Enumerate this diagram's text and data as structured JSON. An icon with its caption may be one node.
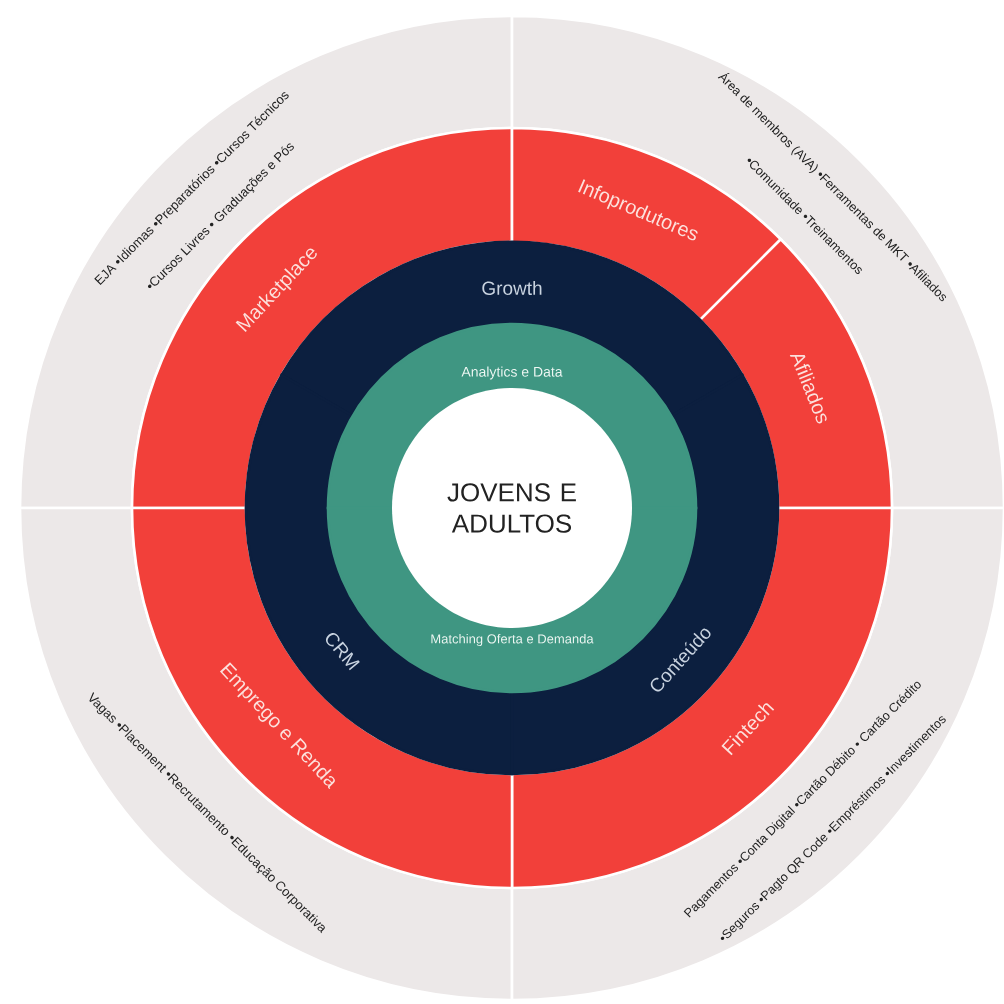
{
  "diagram": {
    "nodes": [
      {
        "text": [
          "JOVENS E ADULTOS"
        ]
      },
      {
        "text": [
          "Analytics e Data"
        ]
      },
      {
        "text": [
          "Matching Oferta e Demanda"
        ]
      },
      {
        "text": [
          "Growth"
        ]
      },
      {
        "text": [
          "CRM"
        ]
      },
      {
        "text": [
          "Conteúdo"
        ]
      },
      {
        "text": [
          "Marketplace"
        ]
      },
      {
        "text": [
          "Infoprodutores"
        ]
      },
      {
        "text": [
          "Afiliados"
        ]
      },
      {
        "text": [
          "Fintech"
        ]
      },
      {
        "text": [
          "Emprego e Renda"
        ]
      },
      {
        "text": [
          "EJA •Idiomas •Preparatórios •Cursos Técnicos",
          "•Cursos Livres • Graduações e Pós"
        ]
      },
      {
        "text": [
          "Área de membros (AVA) •Ferramentas de MKT •Afiliados",
          "•Comunidade •Treinamentos"
        ]
      },
      {
        "text": [
          "Vagas •Placement •Recrutamento •Educação Corporativa"
        ]
      },
      {
        "text": [
          "Pagamentos •Conta Digital •Cartão Débito • Cartão Crédito",
          "•Seguros •Pagto QR Code •Empréstimos •Investimentos"
        ]
      }
    ]
  }
}
